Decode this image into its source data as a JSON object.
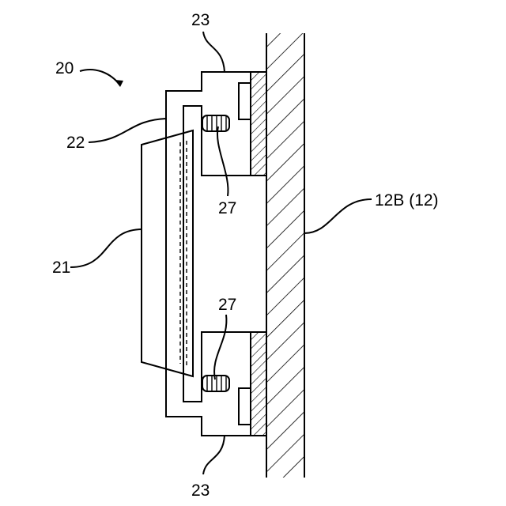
{
  "figure": {
    "labels": {
      "assembly": "20",
      "display_panel": "21",
      "frame": "22",
      "bracket_top": "23",
      "bracket_bottom": "23",
      "screw_top": "27",
      "screw_bottom": "27",
      "wall": "12B (12)"
    },
    "colors": {
      "line": "#000000",
      "background": "#ffffff"
    }
  }
}
